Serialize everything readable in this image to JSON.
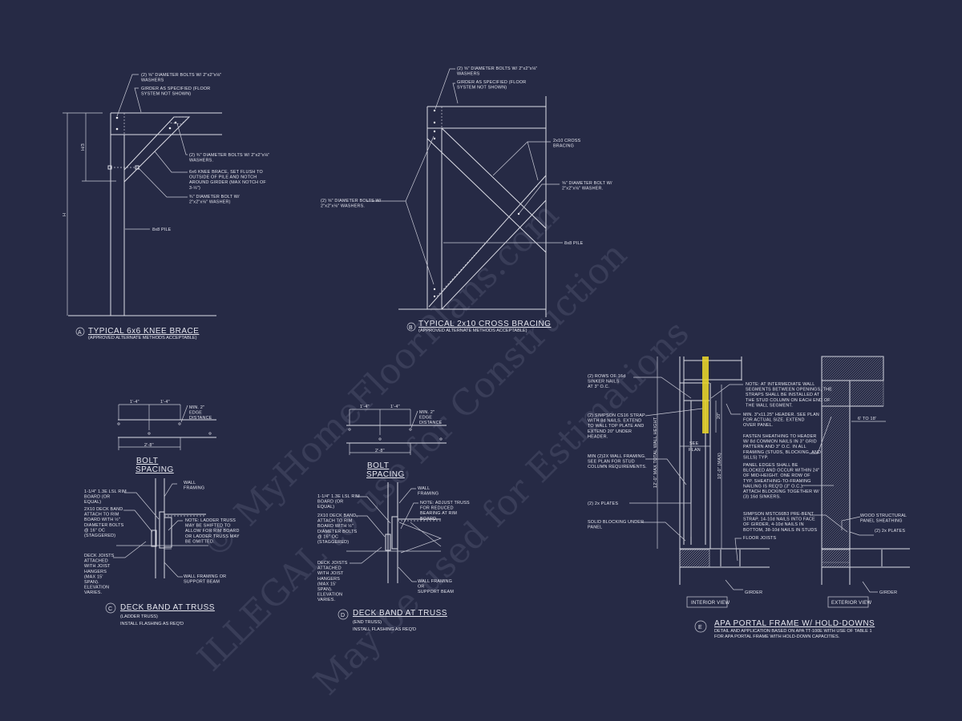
{
  "watermark": {
    "line1": "© MyHomeFloorPlans.com",
    "line2": "ILLEGAL to use for Construction",
    "line3": "May be used for Estimations"
  },
  "colors": {
    "background": "#262a45",
    "lines": "#dcdde6",
    "strap": "#e6d22a"
  },
  "details": {
    "a": {
      "marker": "A",
      "title": "TYPICAL 6x6 KNEE BRACE",
      "subtitle": "(APPROVED ALTERNATE METHODS ACCEPTABLE)",
      "dims": {
        "h3": "H/3",
        "h": "H"
      }
    },
    "b": {
      "marker": "B",
      "title": "TYPICAL 2x10 CROSS BRACING",
      "subtitle": "(APPROVED ALTERNATE METHODS ACCEPTABLE)"
    },
    "c": {
      "marker": "C",
      "title": "DECK BAND AT TRUSS",
      "subtitle": "(LADDER TRUSS)",
      "note": "INSTALL FLASHING AS REQ'D",
      "bolt_title": [
        "BOLT",
        "SPACING"
      ],
      "dims": {
        "d1": "1'-4\"",
        "d2": "1'-4\"",
        "total": "2'-8\""
      }
    },
    "d": {
      "marker": "D",
      "title": "DECK BAND AT TRUSS",
      "subtitle": "(END TRUSS)",
      "note": "INSTALL FLASHING AS REQ'D",
      "bolt_title": [
        "BOLT",
        "SPACING"
      ],
      "dims": {
        "d1": "1'-4\"",
        "d2": "1'-4\"",
        "total": "2'-8\""
      }
    },
    "e": {
      "marker": "E",
      "title": "APA PORTAL FRAME W/ HOLD-DOWNS",
      "subtitle": [
        "DETAIL AND APPLICATION BASED ON APA TT-100E WITH USE OF TABLE 1",
        "FOR APA PORTAL FRAME WITH HOLD-DOWN CAPACITIES."
      ],
      "interior_view": "INTERIOR VIEW",
      "exterior_view": "EXTERIOR VIEW",
      "dims": {
        "total_height": "12'-0\" MAX TOTAL WALL HEIGHT",
        "max": "10'-0\" (MAX)",
        "strap": "20\"",
        "see_plan": [
          "SEE",
          "PLAN"
        ],
        "span": "6' TO 18'"
      }
    }
  },
  "labels": [
    {
      "id": "a1",
      "lines": [
        "(2) ⅝\" DIAMETER BOLTS W/ 2\"x2\"x⅛\"",
        "WASHERS"
      ]
    },
    {
      "id": "a2",
      "lines": [
        "GIRDER AS SPECIFIED (FLOOR",
        "SYSTEM NOT SHOWN)"
      ]
    },
    {
      "id": "a3",
      "lines": [
        "(2) ¾\" DIAMETER BOLTS W/ 2\"x2\"x⅛\"",
        "WASHERS."
      ]
    },
    {
      "id": "a4",
      "lines": [
        "6x6 KNEE BRACE, SET FLUSH TO",
        "OUTSIDE OF PILE AND NOTCH",
        "AROUND GIRDER (MAX NOTCH OF",
        "3-½\")"
      ]
    },
    {
      "id": "a5",
      "lines": [
        "¾\" DIAMETER BOLT W/",
        "2\"x2\"x⅛\" WASHER)"
      ]
    },
    {
      "id": "a6",
      "lines": [
        "8x8 PILE"
      ]
    },
    {
      "id": "b1",
      "lines": [
        "(2) ⅝\" DIAMETER BOLTS W/ 2\"x2\"x⅛\"",
        "WASHERS"
      ]
    },
    {
      "id": "b2",
      "lines": [
        "GIRDER AS SPECIFIED (FLOOR",
        "SYSTEM NOT SHOWN)"
      ]
    },
    {
      "id": "b3",
      "lines": [
        "2x10 CROSS",
        "BRACING"
      ]
    },
    {
      "id": "b4",
      "lines": [
        "⅝\" DIAMETER BOLT W/",
        "2\"x2\"x⅛\" WASHER."
      ]
    },
    {
      "id": "b5",
      "lines": [
        "8x8 PILE"
      ]
    },
    {
      "id": "b6",
      "lines": [
        "(2) ⅝\" DIAMETER BOLTS W/",
        "2\"x2\"x⅛\" WASHERS."
      ]
    },
    {
      "id": "c1",
      "lines": [
        "MIN. 2\"",
        "EDGE",
        "DISTANCE"
      ]
    },
    {
      "id": "c2",
      "lines": [
        "WALL",
        "FRAMING"
      ]
    },
    {
      "id": "c3",
      "lines": [
        "1-1/4\" 1.3E LSL RIM",
        "BOARD (OR",
        "EQUAL)"
      ]
    },
    {
      "id": "c4",
      "lines": [
        "2X10 DECK BAND,",
        "ATTACH TO RIM",
        "BOARD WITH ½\"",
        "DIAMETER BOLTS",
        "@ 16\" OC",
        "(STAGGERED)"
      ]
    },
    {
      "id": "c5",
      "lines": [
        "NOTE: LADDER TRUSS",
        "MAY BE SHIFTED TO",
        "ALLOW FOR RIM BOARD",
        "OR LADDER TRUSS MAY",
        "BE OMITTED."
      ]
    },
    {
      "id": "c6",
      "lines": [
        "DECK JOISTS",
        "ATTACHED",
        "WITH JOIST",
        "HANGERS",
        "(MAX 15'",
        "SPAN).",
        "ELEVATION",
        "VARIES."
      ]
    },
    {
      "id": "c7",
      "lines": [
        "WALL FRAMING OR",
        "SUPPORT BEAM"
      ]
    },
    {
      "id": "d1",
      "lines": [
        "MIN. 2\"",
        "EDGE",
        "DISTANCE"
      ]
    },
    {
      "id": "d2",
      "lines": [
        "WALL",
        "FRAMING"
      ]
    },
    {
      "id": "d3",
      "lines": [
        "NOTE: ADJUST TRUSS",
        "FOR REDUCED",
        "BEARING AT RIM",
        "BOARD."
      ]
    },
    {
      "id": "d4",
      "lines": [
        "1-1/4\" 1.3E LSL RIM",
        "BOARD (OR",
        "EQUAL)"
      ]
    },
    {
      "id": "d5",
      "lines": [
        "2X10 DECK BAND,",
        "ATTACH TO RIM",
        "BOARD WITH ½\"",
        "DIAMETER BOLTS",
        "@ 16\" OC",
        "(STAGGERED)"
      ]
    },
    {
      "id": "d6",
      "lines": [
        "DECK JOISTS",
        "ATTACHED",
        "WITH JOIST",
        "HANGERS",
        "(MAX 15'",
        "SPAN).",
        "ELEVATION",
        "VARIES."
      ]
    },
    {
      "id": "d7",
      "lines": [
        "WALL FRAMING",
        "OR",
        "SUPPORT BEAM"
      ]
    },
    {
      "id": "e1",
      "lines": [
        "(2) ROWS OF 16d",
        "SINKER NAILS",
        "AT 3\" O.C."
      ]
    },
    {
      "id": "e2",
      "lines": [
        "(2) SIMPSON CS16 STRAP",
        "WITH 8d NAILS. EXTEND",
        "TO WALL TOP PLATE AND",
        "EXTEND 20\" UNDER",
        "HEADER."
      ]
    },
    {
      "id": "e3",
      "lines": [
        "MIN (2)2X WALL FRAMING.",
        "SEE PLAN FOR STUD",
        "COLUMN REQUIREMENTS."
      ]
    },
    {
      "id": "e4",
      "lines": [
        "(2) 2x PLATES"
      ]
    },
    {
      "id": "e5",
      "lines": [
        "SOLID BLOCKING UNDER",
        "PANEL"
      ]
    },
    {
      "id": "e6",
      "lines": [
        "FLOOR JOISTS"
      ]
    },
    {
      "id": "e7",
      "lines": [
        "GIRDER"
      ]
    },
    {
      "id": "e8",
      "lines": [
        "NOTE: AT INTERMEDIATE WALL",
        "SEGMENTS BETWEEN OPENINGS, THE",
        "STRAPS SHALL BE INSTALLED AT",
        "THE STUD COLUMN ON EACH END OF",
        "THE WALL SEGMENT."
      ]
    },
    {
      "id": "e9",
      "lines": [
        "MIN. 3\"x11.25\" HEADER. SEE PLAN",
        "FOR ACTUAL SIZE. EXTEND",
        "OVER PANEL."
      ]
    },
    {
      "id": "e10",
      "lines": [
        "FASTEN SHEATHING TO HEADER",
        "W/ 8d COMMON NAILS IN 3\" GRID",
        "PATTERN AND 3\" O.C. IN ALL",
        "FRAMING (STUDS, BLOCKING, AND",
        "SILLS) TYP."
      ]
    },
    {
      "id": "e11",
      "lines": [
        "PANEL EDGES SHALL BE",
        "BLOCKED AND OCCUR WITHIN 24\"",
        "OF MID-HEIGHT.  ONE ROW OF",
        "TYP. SHEATHING-TO-FRAMING",
        "NAILING IS REQ'D (3\" O.C.).",
        "ATTACH BLOCKING TOGETHER W/",
        "(3) 16d SINKERS."
      ]
    },
    {
      "id": "e12",
      "lines": [
        "SIMPSON MSTC66B3 PRE-BENT",
        "STRAP, 14-10d NAILS INTO FACE",
        "OF GIRDER, 4-10d NAILS IN",
        "BOTTOM, 38-10d NAILS IN STUDS"
      ]
    },
    {
      "id": "e13",
      "lines": [
        "WOOD STRUCTURAL",
        "PANEL SHEATHING"
      ]
    },
    {
      "id": "e14",
      "lines": [
        "(2) 2x PLATES"
      ]
    },
    {
      "id": "e15",
      "lines": [
        "GIRDER"
      ]
    }
  ]
}
